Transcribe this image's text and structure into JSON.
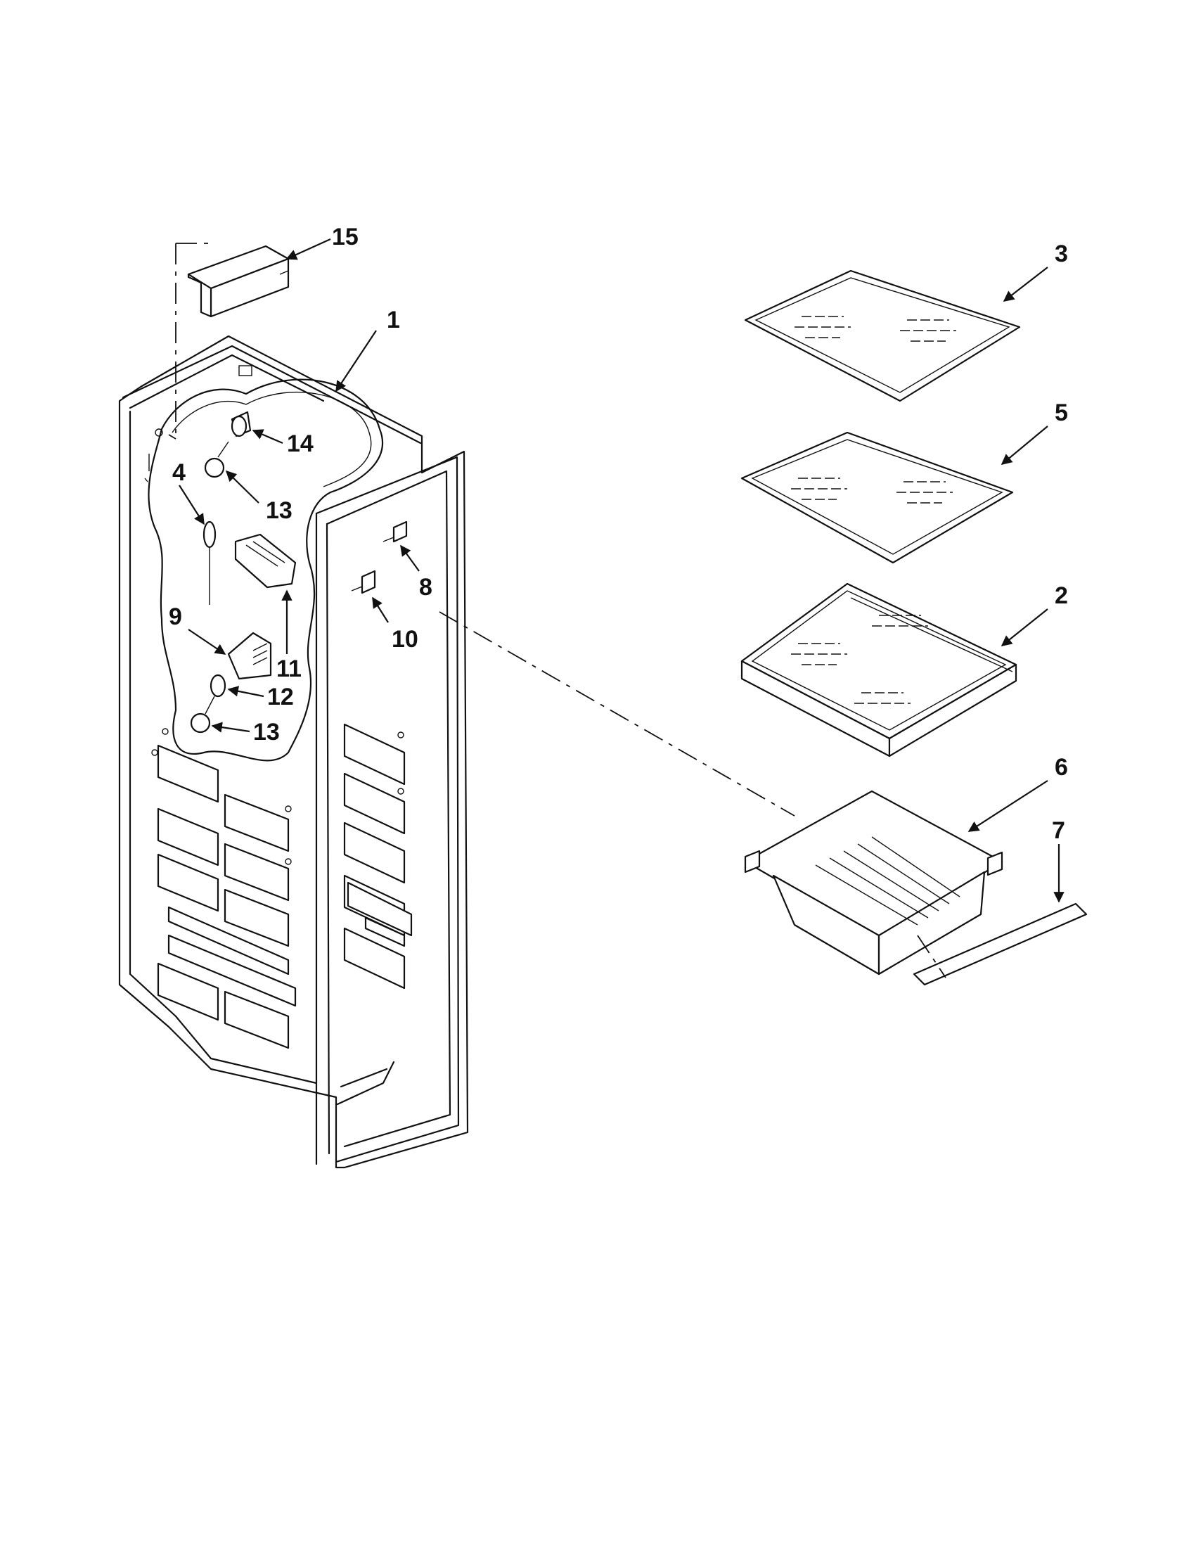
{
  "callouts": [
    {
      "key": "1",
      "text": "1"
    },
    {
      "key": "2",
      "text": "2"
    },
    {
      "key": "3",
      "text": "3"
    },
    {
      "key": "4",
      "text": "4"
    },
    {
      "key": "5",
      "text": "5"
    },
    {
      "key": "6",
      "text": "6"
    },
    {
      "key": "7",
      "text": "7"
    },
    {
      "key": "8",
      "text": "8"
    },
    {
      "key": "9",
      "text": "9"
    },
    {
      "key": "10",
      "text": "10"
    },
    {
      "key": "11",
      "text": "11"
    },
    {
      "key": "12",
      "text": "12"
    },
    {
      "key": "13a",
      "text": "13"
    },
    {
      "key": "13b",
      "text": "13"
    },
    {
      "key": "14",
      "text": "14"
    },
    {
      "key": "15",
      "text": "15"
    }
  ]
}
